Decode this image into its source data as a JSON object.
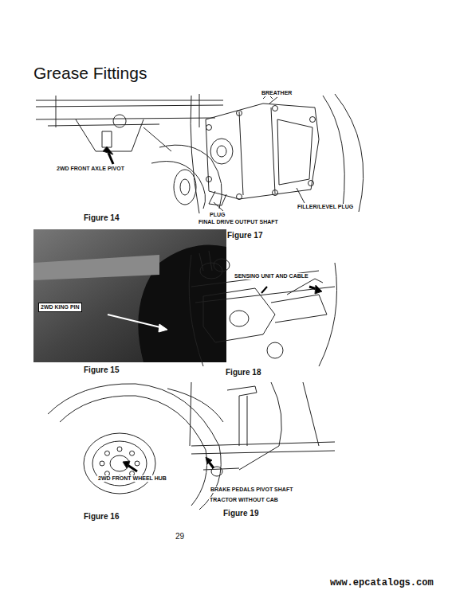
{
  "diagram": {
    "title": "Grease Fittings",
    "labels": [
      "2WD FRONT AXLE PIVOT",
      "Figure 14",
      "2WD KING PIN",
      "Figure 15",
      "2WD FRONT WHEEL HUB",
      "Figure 16",
      "BREATHER",
      "FILLER/LEVEL PLUG",
      "PLUG",
      "FINAL DRIVE OUTPUT SHAFT",
      "Figure 17",
      "SENSING UNIT AND CABLE",
      "Figure 18",
      "BRAKE PEDALS PIVOT SHAFT",
      "TRACTOR WITHOUT CAB",
      "Figure 19",
      "29",
      "www.epcatalogs.com"
    ]
  }
}
